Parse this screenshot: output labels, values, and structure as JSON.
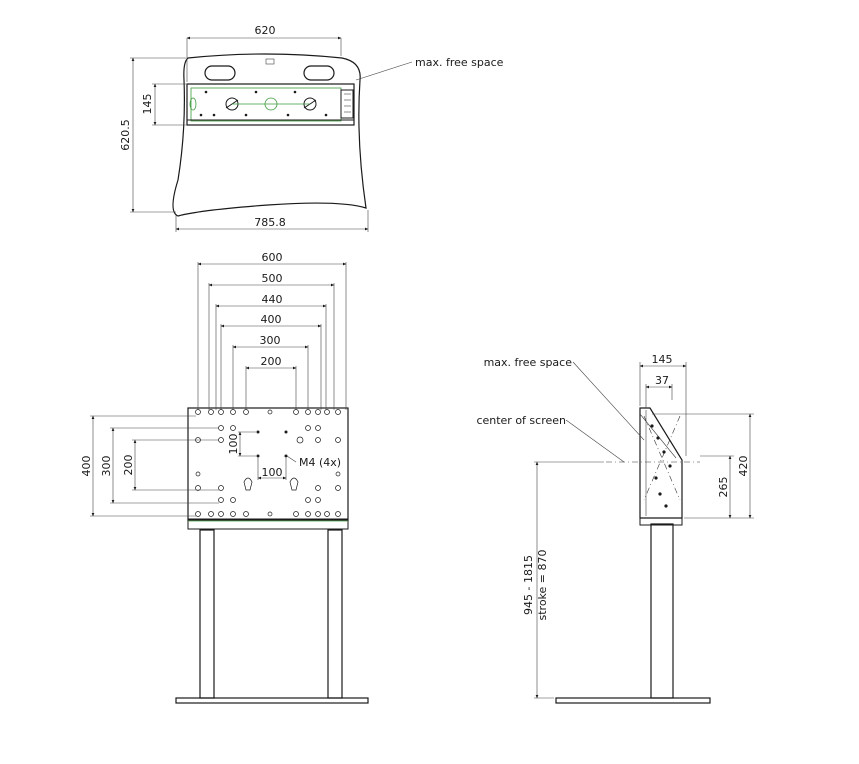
{
  "top_view": {
    "width_label": "620",
    "height_label": "620.5",
    "inner_label": "145",
    "bottom_label": "785.8",
    "callout": "max. free space"
  },
  "front_view": {
    "dims_h": [
      "600",
      "500",
      "440",
      "400",
      "300",
      "200"
    ],
    "dims_v": [
      "400",
      "300",
      "200"
    ],
    "inner_h": "100",
    "inner_v": "100",
    "screw_note": "M4 (4x)"
  },
  "side_view": {
    "free_space_callout": "max. free space",
    "center_callout": "center of screen",
    "dim_145": "145",
    "dim_37": "37",
    "dim_420": "420",
    "dim_265": "265",
    "height_range": "945 - 1815",
    "stroke": "stroke = 870"
  }
}
